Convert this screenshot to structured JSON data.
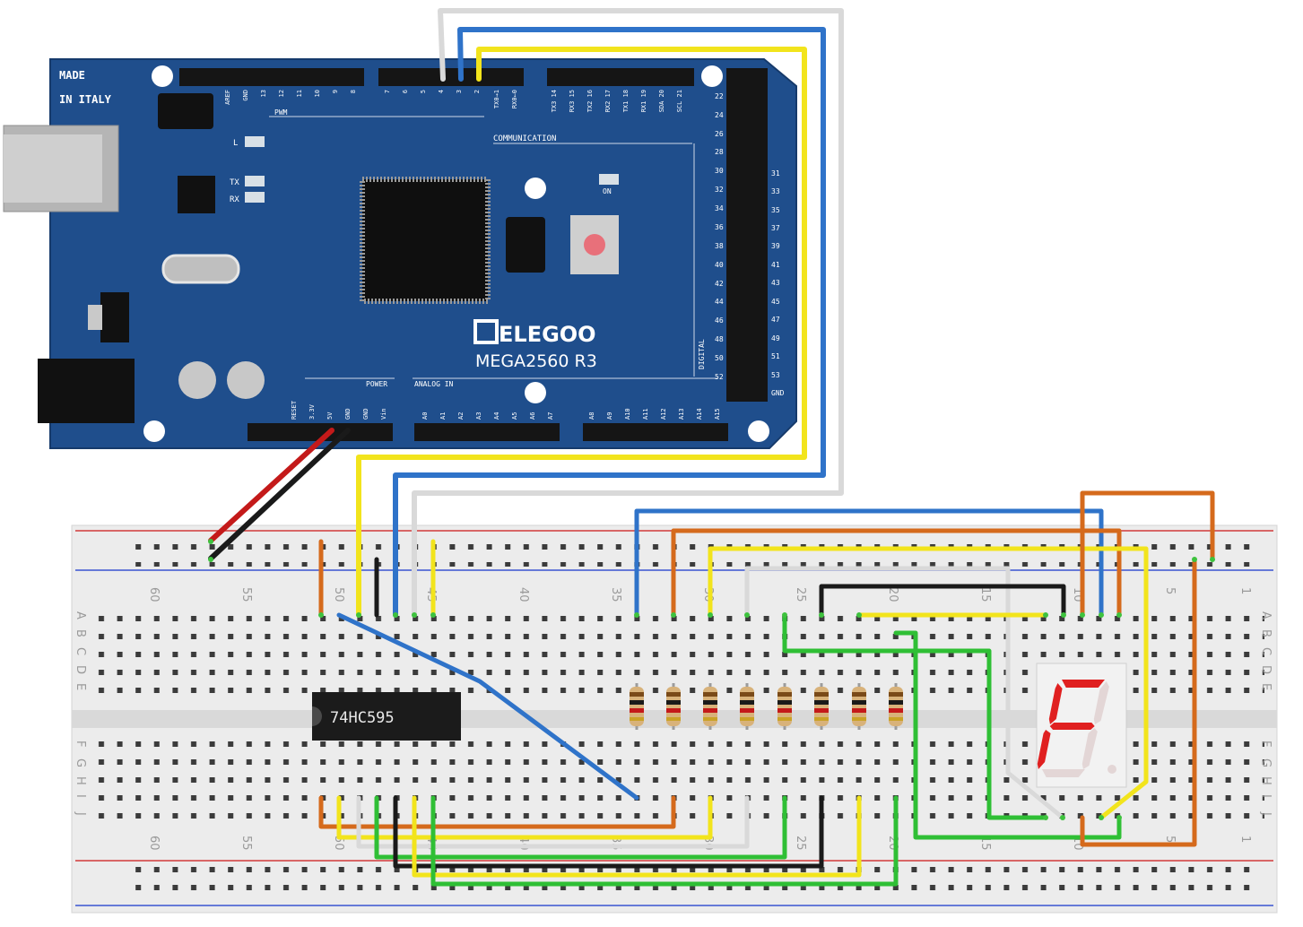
{
  "board": {
    "made_line1": "MADE",
    "made_line2": "IN ITALY",
    "brand": "ELEGOO",
    "model": "MEGA2560  R3",
    "section_pwm": "PWM",
    "section_communication": "COMMUNICATION",
    "section_power": "POWER",
    "section_analog": "ANALOG   IN",
    "section_digital": "DIGITAL",
    "led_l": "L",
    "led_tx": "TX",
    "led_rx": "RX",
    "led_on": "ON",
    "top_header_left": [
      "AREF",
      "GND",
      "13",
      "12",
      "11",
      "10",
      "9",
      "8"
    ],
    "top_header_mid": [
      "7",
      "6",
      "5",
      "4",
      "3",
      "2",
      "TX0→1",
      "RX0←0"
    ],
    "top_header_right": [
      "TX3 14",
      "RX3 15",
      "TX2 16",
      "RX2 17",
      "TX1 18",
      "RX1 19",
      "SDA 20",
      "SCL 21"
    ],
    "bottom_power": [
      "RESET",
      "3.3V",
      "5V",
      "GND",
      "GND",
      "Vin"
    ],
    "bottom_analog_a": [
      "A0",
      "A1",
      "A2",
      "A3",
      "A4",
      "A5",
      "A6",
      "A7"
    ],
    "bottom_analog_b": [
      "A8",
      "A9",
      "A10",
      "A11",
      "A12",
      "A13",
      "A14",
      "A15"
    ],
    "digital_left": [
      "22",
      "24",
      "26",
      "28",
      "30",
      "32",
      "34",
      "36",
      "38",
      "40",
      "42",
      "44",
      "46",
      "48",
      "50",
      "52"
    ],
    "digital_right": [
      "31",
      "33",
      "35",
      "37",
      "39",
      "41",
      "43",
      "45",
      "47",
      "49",
      "51",
      "53",
      "GND"
    ]
  },
  "chip": {
    "label": "74HC595"
  },
  "breadboard": {
    "col_numbers_top": [
      "60",
      "55",
      "50",
      "45",
      "40",
      "35",
      "30",
      "25",
      "20",
      "15",
      "10",
      "5",
      "1"
    ],
    "col_numbers_bottom": [
      "60",
      "55",
      "50",
      "45",
      "40",
      "35",
      "30",
      "25",
      "20",
      "15",
      "10",
      "5",
      "1"
    ],
    "row_letters_top": [
      "A",
      "B",
      "C",
      "D",
      "E"
    ],
    "row_letters_bottom": [
      "F",
      "G",
      "H",
      "I",
      "J"
    ]
  },
  "display": {
    "shown_character": "F"
  },
  "colors": {
    "board": "#1f4e8c",
    "wire_white": "#d9d9d9",
    "wire_blue": "#2f73c9",
    "wire_yellow": "#f2e41c",
    "wire_orange": "#d56a1c",
    "wire_green": "#2fbf35",
    "wire_black": "#1a1a1a",
    "wire_red": "#c41a1a",
    "segment_on": "#e02020"
  }
}
